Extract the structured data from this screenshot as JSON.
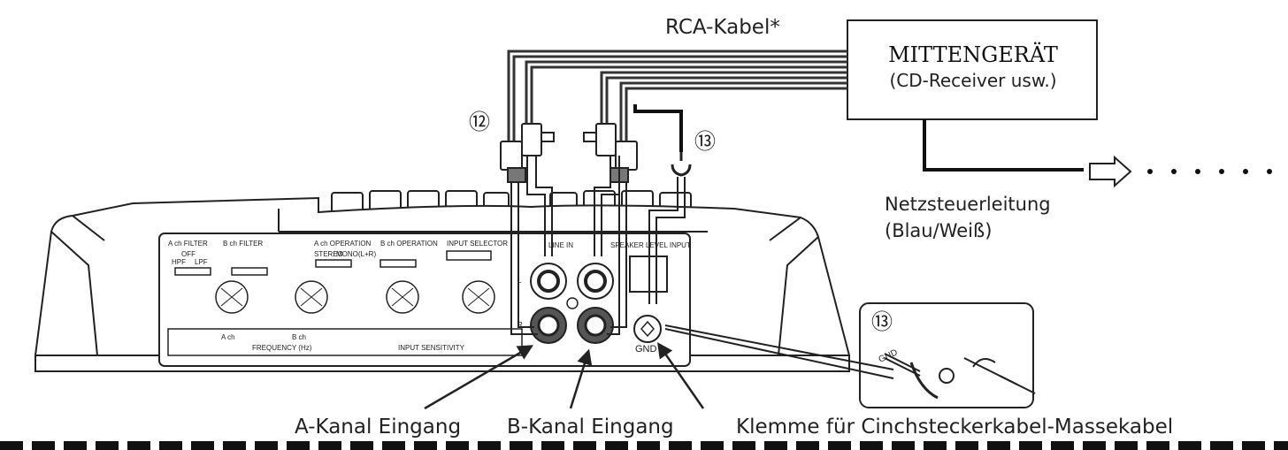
{
  "labels": {
    "rca_cable": "RCA-Kabel*",
    "head_unit_title": "MITTENGERÄT",
    "head_unit_subtitle": "(CD-Receiver usw.)",
    "callout_12": "⑫",
    "callout_13": "⑬",
    "power_control_line1": "Netzsteuerleitung",
    "power_control_line2": "(Blau/Weiß)",
    "a_channel_input": "A-Kanal Eingang",
    "b_channel_input": "B-Kanal Eingang",
    "ground_terminal": "Klemme für Cinchsteckerkabel-Massekabel",
    "gnd": "GND"
  },
  "panel": {
    "a_filter": "A ch FILTER",
    "b_filter": "B ch FILTER",
    "off": "OFF",
    "hpf": "HPF",
    "lpf": "LPF",
    "a_operation": "A ch OPERATION",
    "b_operation": "B ch OPERATION",
    "stereo": "STEREO",
    "mono": "MONO(L+R)",
    "input_selector": "INPUT SELECTOR",
    "line_in": "LINE IN",
    "speaker_level_input": "SPEAKER LEVEL INPUT",
    "frequency": "FREQUENCY (Hz)",
    "input_sensitivity": "INPUT SENSITIVITY",
    "a_ch": "A ch",
    "b_ch": "B ch",
    "l": "L",
    "r": "R"
  },
  "inset": {
    "callout": "⑬",
    "gnd": "GND"
  }
}
